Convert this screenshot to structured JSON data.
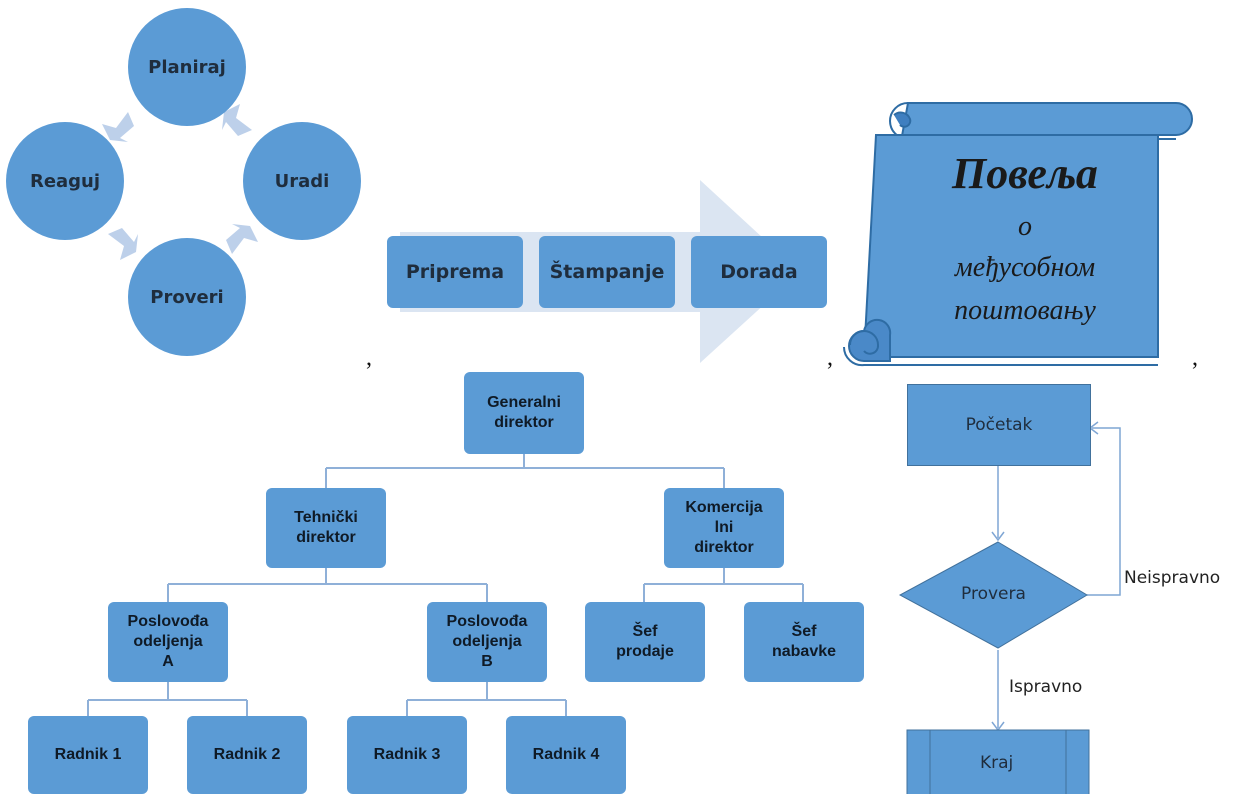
{
  "cycle": {
    "nodes": [
      "Planiraj",
      "Uradi",
      "Proveri",
      "Reaguj"
    ]
  },
  "process": {
    "steps": [
      "Priprema",
      "Štampanje",
      "Dorada"
    ]
  },
  "scroll": {
    "title": "Повеља",
    "line2": "о",
    "line3": "међусобном",
    "line4": "поштовању"
  },
  "separators": [
    ",",
    ",",
    ","
  ],
  "org_chart": {
    "root": "Generalni\ndirektor",
    "level2": [
      "Tehnički\ndirektor",
      "Komercija\nlni\ndirektor"
    ],
    "level3": [
      "Poslovođa\nodeljenja\nA",
      "Poslovođa\nodeljenja\nB",
      "Šef\nprodaje",
      "Šef\nnabavke"
    ],
    "level4": [
      "Radnik 1",
      "Radnik 2",
      "Radnik 3",
      "Radnik 4"
    ]
  },
  "flowchart": {
    "start": "Početak",
    "decision": "Provera",
    "no_label": "Neispravno",
    "yes_label": "Ispravno",
    "end": "Kraj"
  },
  "colors": {
    "shape_fill": "#5b9bd5",
    "arrow_fill": "#bdd0ea",
    "connector": "#8fb0d8"
  }
}
